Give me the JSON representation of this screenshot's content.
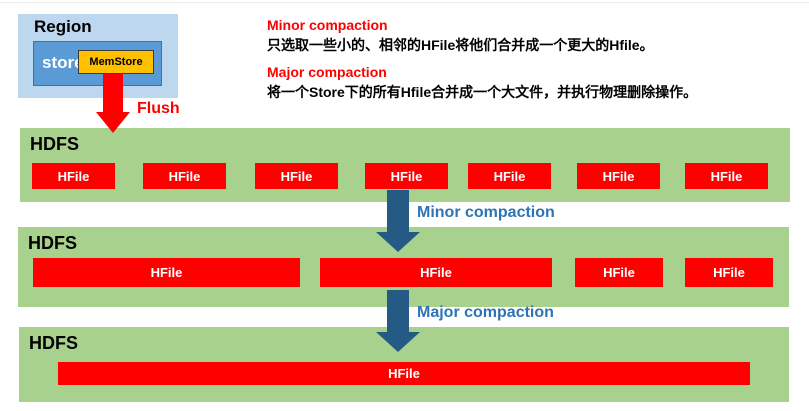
{
  "region_panel": {
    "title": "Region",
    "store_label": "store",
    "memstore_label": "MemStore",
    "flush_label": "Flush"
  },
  "legend": {
    "minor_title": "Minor compaction",
    "minor_desc": "只选取一些小的、相邻的HFile将他们合并成一个更大的Hfile。",
    "major_title": "Major compaction",
    "major_desc": "将一个Store下的所有Hfile合并成一个大文件，并执行物理删除操作。"
  },
  "bands": [
    {
      "label": "HDFS",
      "hfiles": [
        "HFile",
        "HFile",
        "HFile",
        "HFile",
        "HFile",
        "HFile",
        "HFile"
      ]
    },
    {
      "label": "HDFS",
      "hfiles": [
        "HFile",
        "HFile",
        "HFile",
        "HFile"
      ]
    },
    {
      "label": "HDFS",
      "hfiles": [
        "HFile"
      ]
    }
  ],
  "arrows": {
    "minor_label": "Minor compaction",
    "major_label": "Major compaction"
  },
  "colors": {
    "region_fill": "#BDD7EE",
    "store_fill": "#5B9BD5",
    "store_border": "#41719C",
    "memstore_fill": "#FFC000",
    "hfile_red": "#FF0000",
    "hdfs_green": "#A9D18E",
    "flush_red": "#FF0000",
    "compaction_arrow_blue": "#255A84",
    "compaction_label_blue": "#2E74B5"
  }
}
